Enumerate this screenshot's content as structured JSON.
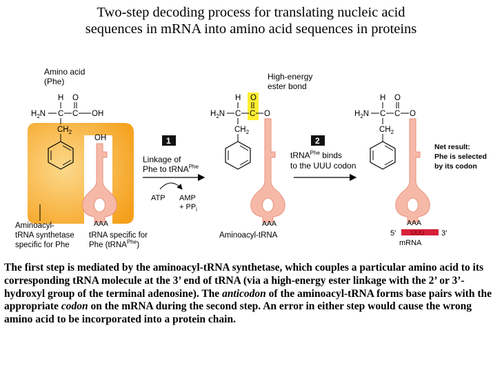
{
  "title": {
    "line1": "Two-step decoding process for translating nucleic acid",
    "line2": "sequences in mRNA into amino acid sequences in proteins"
  },
  "labels": {
    "amino_acid_1": "Amino acid",
    "amino_acid_2": "(Phe)",
    "high_energy_1": "High-energy",
    "high_energy_2": "ester bond",
    "step1_number": "1",
    "step2_number": "2",
    "linkage_1": "Linkage of",
    "linkage_2": "Phe to tRNA",
    "linkage_sup": "Phe",
    "atp": "ATP",
    "amp": "AMP",
    "ppi": "+ PP",
    "ppi_sub": "i",
    "trna_binds_1": "tRNA",
    "trna_binds_sup": "Phe",
    "trna_binds_2": " binds",
    "trna_binds_3": "to the UUU codon",
    "net_result_1": "Net result:",
    "net_result_2": "Phe is selected",
    "net_result_3": "by its codon",
    "synthetase_1": "Aminoacyl-",
    "synthetase_2": "tRNA synthetase",
    "synthetase_3": "specific for Phe",
    "trna_specific_1": "tRNA specific for",
    "trna_specific_2": "Phe (tRNA",
    "trna_specific_sup": "Phe",
    "trna_specific_end": ")",
    "aminoacyl_trna": "Aminoacyl-tRNA",
    "anticodon": "AAA",
    "codon": "UUU",
    "five_prime": "5′",
    "three_prime": "3′",
    "mrna": "mRNA"
  },
  "chem": {
    "H": "H",
    "O": "O",
    "OH": "OH",
    "C": "C",
    "H2N_H": "H",
    "H2N_2": "2",
    "H2N_N": "N",
    "CH2_CH": "CH",
    "CH2_2": "2"
  },
  "caption": {
    "part1": "The first step is mediated by the aminoacyl-tRNA synthetase, which couples a particular amino acid to its corresponding tRNA molecule at the 3’ end of tRNA (via a high-energy ester linkage with the 2’ or 3’-hydroxyl group of the terminal adenosine). The ",
    "anticodon_word": "anticodon",
    "part2": " of the aminoacyl-tRNA forms base pairs with the appropriate ",
    "codon_word": "codon",
    "part3": " on the mRNA during the second step. An error in either step would cause the wrong amino acid to be incorporated into a protein chain."
  },
  "colors": {
    "enzyme": "#f7a823",
    "enzyme_light": "#fbd07a",
    "trna": "#f6b9a8",
    "trna_stroke": "#e8907c",
    "highlight": "#ffee33",
    "mrna": "#d8203a",
    "step_box": "#111111"
  }
}
